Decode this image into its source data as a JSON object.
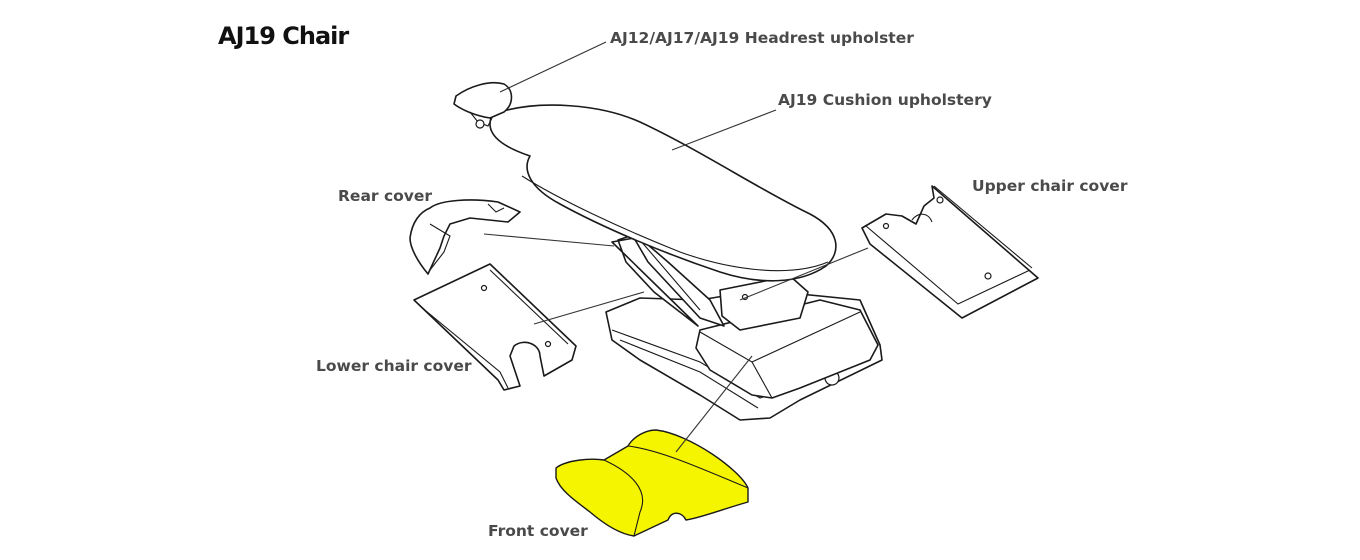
{
  "title": "AJ19 Chair",
  "labels": {
    "headrest": "AJ12/AJ17/AJ19 Headrest upholster",
    "cushion": "AJ19 Cushion upholstery",
    "rear_cover": "Rear cover",
    "upper_chair_cover": "Upper chair cover",
    "lower_chair_cover": "Lower chair cover",
    "front_cover": "Front cover"
  },
  "colors": {
    "highlight": "#f5f500",
    "label_text": "#4a4a4a",
    "line": "#1a1a1a"
  },
  "highlighted_part": "front_cover"
}
